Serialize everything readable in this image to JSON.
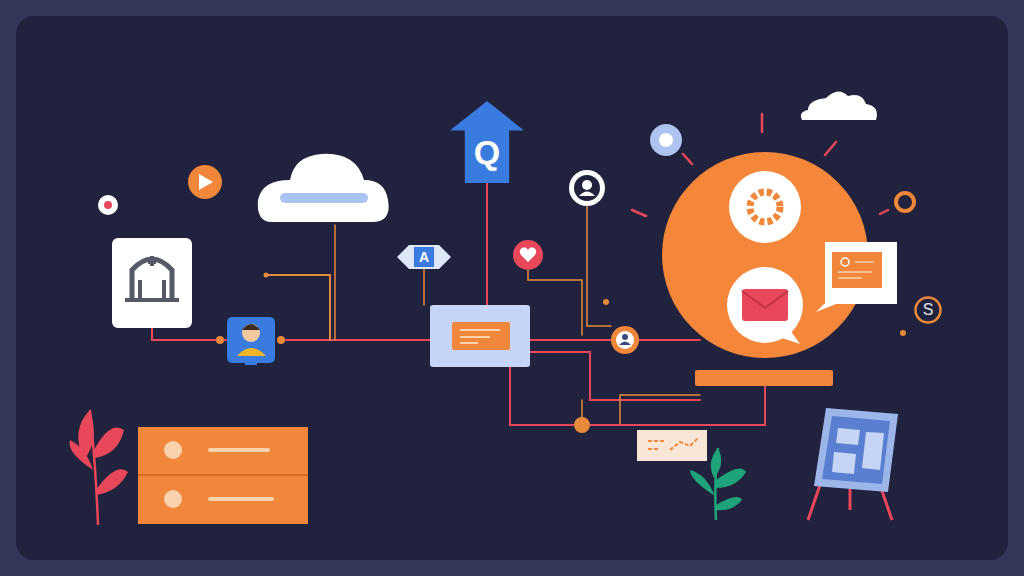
{
  "diagram": {
    "nodes": [
      {
        "text": [
          "Q"
        ]
      },
      {
        "text": [
          "A"
        ]
      },
      {
        "text": [
          "S"
        ]
      }
    ]
  }
}
